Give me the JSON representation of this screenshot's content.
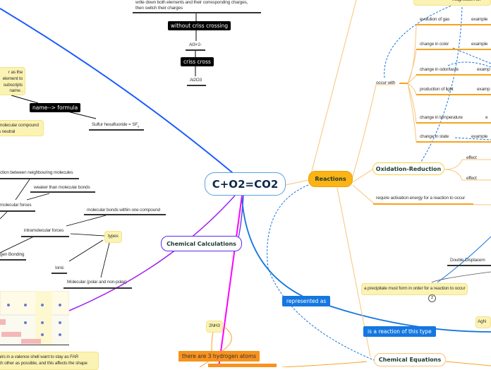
{
  "central": {
    "label": "C+O2=CO2"
  },
  "topics": {
    "reactions": "Reactions",
    "chemical_calculations": "Chemical Calculations",
    "oxidation_reduction": "Oxidation-Reduction",
    "chemical_equations": "Chemical Equations"
  },
  "naming": {
    "instruction": "write down both elements and their corresponding charges,",
    "instruction2": "then switch their charges",
    "without_criss_crossing": "without criss crossing",
    "charges": "Al3+2-",
    "criss_cross": "criss cross",
    "result": "Al2O3",
    "note1": [
      "r as the",
      "element to",
      " subscripts",
      "name ."
    ],
    "name_to_formula": "name--> formula",
    "sulfur": "Sulfur hexafluoride = SF",
    "sulfur_sub": "6",
    "note2": [
      "molecular compound",
      "s neutral"
    ]
  },
  "forces": {
    "between": "ction between neighbouring molecules",
    "weaker": "weaker than molecular bonds",
    "intermolecular": "molecular forces",
    "within": "molecular bonds within one compound",
    "intramolecular": "intramolecular forces",
    "types": "types",
    "hydrogen": "gen Bonding",
    "ionic": "Ionic",
    "molecular": "Molecular (polar and non-polar)"
  },
  "vsepr_note": [
    "airs in a valence shell want to stay as FAR",
    "ch other as possible, and this affects the shape"
  ],
  "calc": {
    "nh3": "2NH3",
    "hydrogen_atoms": "there are 3 hydrogen atoms"
  },
  "reactions": {
    "magnesium": "magnesium ox",
    "occur_with": "occur with",
    "evidence": [
      {
        "label": "evolution of gas",
        "example": "example"
      },
      {
        "label": "change in color",
        "example": "example"
      },
      {
        "label": "change in odor/taste",
        "example": "examp"
      },
      {
        "label": "production of light",
        "example": "examp"
      },
      {
        "label": "change in temperature",
        "example": "e"
      },
      {
        "label": "change in state",
        "example": "example"
      }
    ],
    "effect1": "effect",
    "effect2": "effect",
    "activation": "require activation energy for a reaction to occur",
    "double_displacement": "Double Displacem",
    "precipitate": "a precipitate must form in order for a reaction to occur",
    "precipitate_count": "2",
    "agn": "AgN"
  },
  "relations": {
    "represented_as": "represented as",
    "reaction_type": "is a reaction of this type"
  },
  "colors": {
    "orange": "#f7a320",
    "blue": "#1577e0",
    "purple": "#8a2be2",
    "magenta": "#ff00ff",
    "yellow": "#fbf3b3"
  }
}
